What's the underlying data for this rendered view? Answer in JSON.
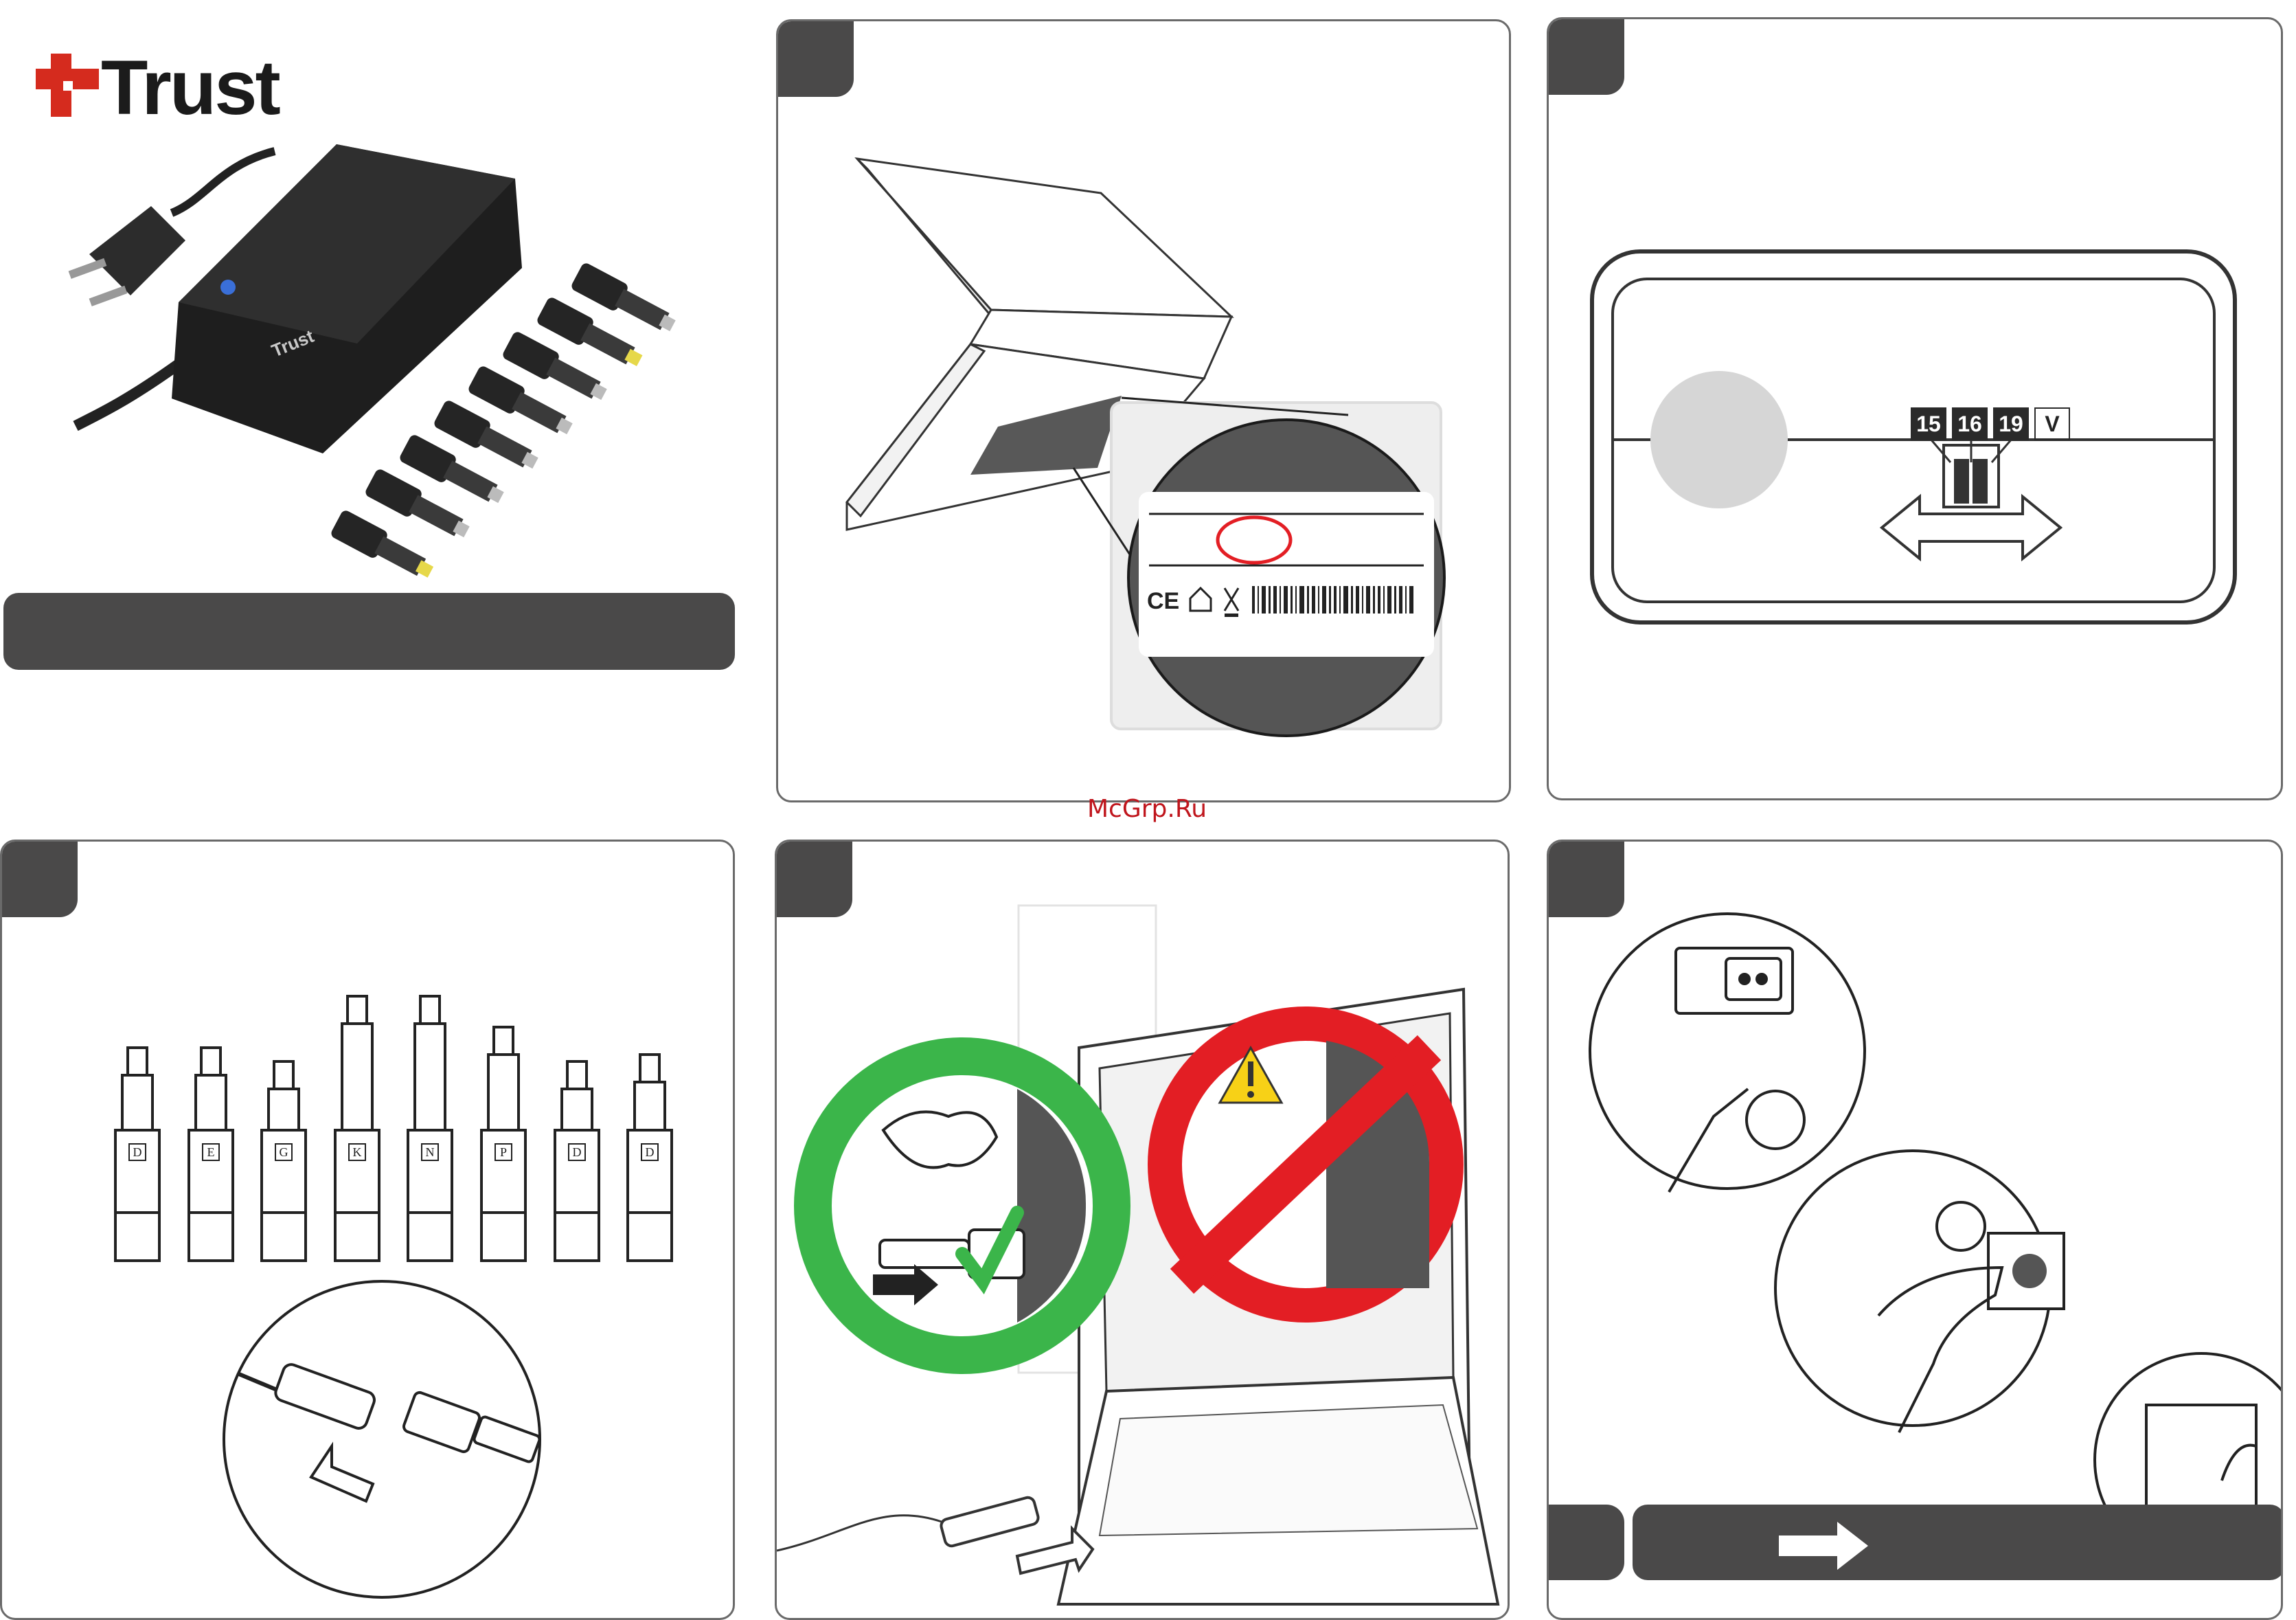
{
  "brand": {
    "name": "Trust",
    "product_logo_text": "Trust"
  },
  "watermark": "McGrp.Ru",
  "voltage_switch": {
    "options": [
      "15",
      "16",
      "19"
    ],
    "unit": "V"
  },
  "tip_labels": [
    "D",
    "E",
    "G",
    "K",
    "N",
    "P",
    "D",
    "D"
  ],
  "colors": {
    "brand_red": "#d52b1e",
    "tab_gray": "#4a4949",
    "ok_green": "#3bb54a",
    "no_red": "#e31e24",
    "warning_yellow": "#f7d117"
  }
}
